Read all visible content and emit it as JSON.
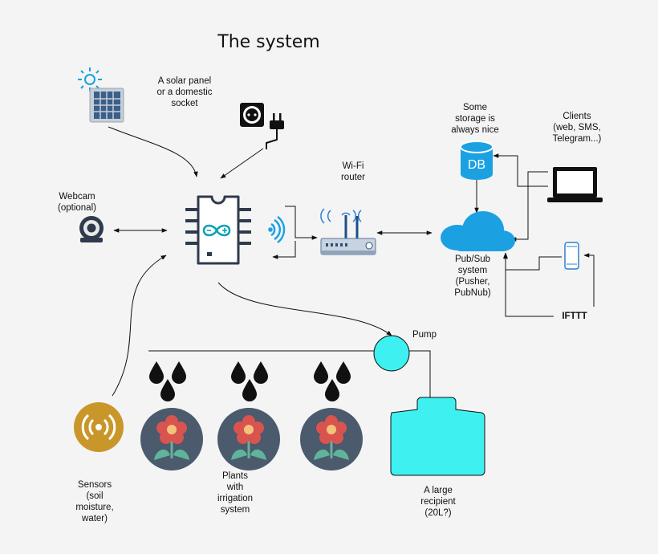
{
  "title": "The system",
  "labels": {
    "solar": "A solar panel\nor a domestic\nsocket",
    "webcam": "Webcam\n(optional)",
    "router": "Wi-Fi\nrouter",
    "storage": "Some\nstorage is\nalways nice",
    "db": "DB",
    "clients": "Clients\n(web, SMS,\nTelegram...)",
    "pubsub": "Pub/Sub\nsystem\n(Pusher,\nPubNub)",
    "ifttt": "IFTTT",
    "pump": "Pump",
    "sensors": "Sensors\n(soil\nmoisture,\nwater)",
    "plants": "Plants\nwith\nirrigation\nsystem",
    "recipient": "A large\nrecipient\n(20L?)"
  },
  "icons": [
    "sun-icon",
    "solar-panel-icon",
    "power-socket-icon",
    "power-plug-icon",
    "webcam-icon",
    "microcontroller-icon",
    "wifi-signal-icon",
    "router-icon",
    "database-icon",
    "cloud-icon",
    "laptop-icon",
    "smartphone-icon",
    "sensor-icon",
    "flower-icon",
    "water-drop-icon",
    "pump-icon",
    "water-tank-icon"
  ],
  "colors": {
    "cloud": "#1ba1e2",
    "pump": "#3ff0f0",
    "tank": "#3ff0f0",
    "sensor": "#c9962a",
    "plant_bg": "#4b5a6c",
    "petal": "#d9534f",
    "leaf": "#5fb59a",
    "chip": "#2f3b4c",
    "arduino": "#0aa0b4"
  }
}
